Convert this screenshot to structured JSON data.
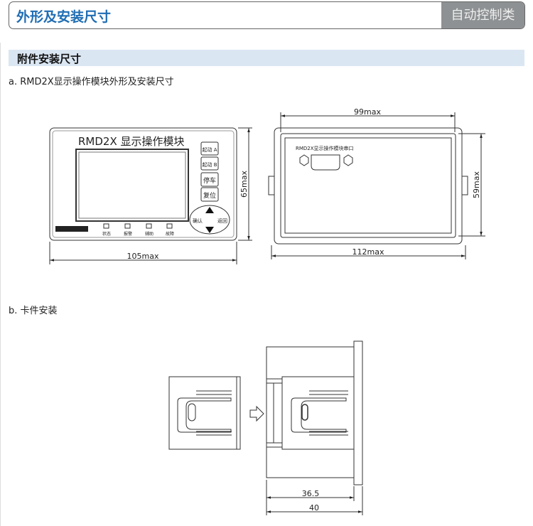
{
  "header": {
    "title": "外形及安装尺寸",
    "category": "自动控制类"
  },
  "section": {
    "title": "附件安装尺寸"
  },
  "figures": {
    "a": {
      "label": "a. RMD2X显示操作模块外形及安装尺寸",
      "front": {
        "title": "RMD2X 显示操作模块",
        "buttons": [
          "起动 A",
          "起动 B",
          "停车",
          "复位"
        ],
        "nav": {
          "confirm": "确认",
          "back": "返回"
        },
        "leds": [
          "状态",
          "报警",
          "辅助",
          "故障"
        ],
        "width": "105max",
        "height": "65max"
      },
      "back": {
        "port_label": "RMD2X显示操作模块串口",
        "width_inner": "99max",
        "width_outer": "112max",
        "height": "59max"
      }
    },
    "b": {
      "label": "b. 卡件安装",
      "dim_inner": "36.5",
      "dim_outer": "40"
    }
  }
}
